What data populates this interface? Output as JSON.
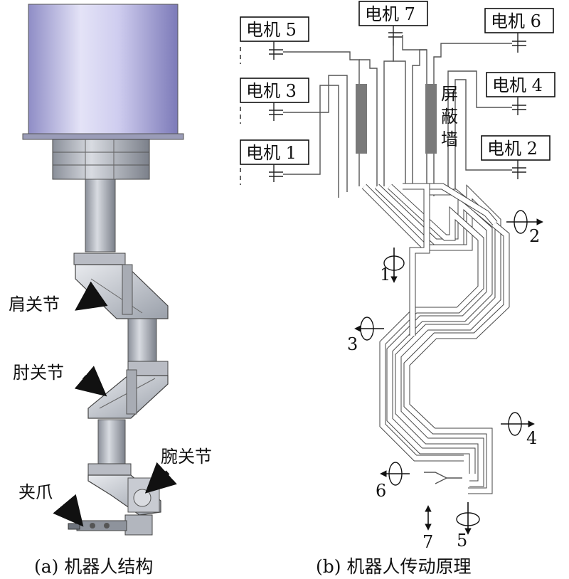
{
  "figure_a": {
    "caption": "(a) 机器人结构",
    "labels": {
      "shoulder": "肩关节",
      "elbow": "肘关节",
      "wrist": "腕关节",
      "gripper": "夹爪"
    }
  },
  "figure_b": {
    "caption": "(b) 机器人传动原理",
    "motors": [
      "电机 1",
      "电机 2",
      "电机 3",
      "电机 4",
      "电机 5",
      "电机 6",
      "电机 7"
    ],
    "shield_wall": [
      "屏",
      "蔽",
      "墙"
    ],
    "axes": [
      "1",
      "2",
      "3",
      "4",
      "5",
      "6",
      "7"
    ]
  },
  "colors": {
    "cylinder_light": "#d6d4f2",
    "cylinder_dark": "#7c7ab8",
    "metal_light": "#c9ccd3",
    "metal_dark": "#7d828c",
    "shield": "#7a7a7a",
    "arrow": "#111111"
  }
}
